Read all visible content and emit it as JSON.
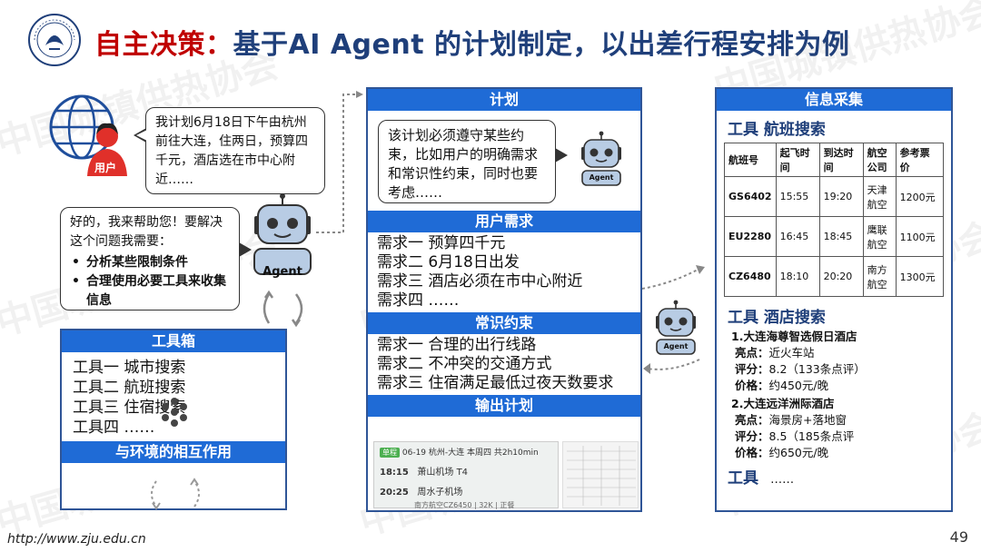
{
  "header": {
    "title_red": "自主决策：",
    "title_blue": "基于AI Agent 的计划制定，以出差行程安排为例"
  },
  "watermark": "中国城镇供热协会",
  "user": {
    "label": "用户",
    "message": "我计划6月18日下午由杭州前往大连，住两日，预算四千元，酒店选在市中心附近……"
  },
  "agent": {
    "label": "Agent",
    "reply_intro": "好的，我来帮助您！要解决这个问题我需要：",
    "reply_points": [
      "分析某些限制条件",
      "合理使用必要工具来收集信息"
    ]
  },
  "toolbox": {
    "title": "工具箱",
    "items": [
      "工具一  城市搜索",
      "工具二  航班搜索",
      "工具三  住宿搜索",
      "工具四  ……"
    ],
    "interaction_title": "与环境的相互作用"
  },
  "plan": {
    "title": "计划",
    "bubble": "该计划必须遵守某些约束，比如用户的明确需求和常识性约束，同时也要考虑……",
    "user_needs_title": "用户需求",
    "user_needs": [
      "需求一 预算四千元",
      "需求二 6月18日出发",
      "需求三 酒店必须在市中心附近",
      "需求四 ……"
    ],
    "common_title": "常识约束",
    "common": [
      "需求一 合理的出行线路",
      "需求二 不冲突的交通方式",
      "需求三 住宿满足最低过夜天数要求"
    ],
    "output_title": "输出计划",
    "output": {
      "tag": "单程",
      "date_route": "06-19  杭州-大连   本周四  共2h10min",
      "row1_time": "18:15",
      "row1_place": "萧山机场 T4",
      "row2_time": "20:25",
      "row2_place": "周水子机场",
      "flight": "南方航空CZ6450 | 32K | 正餐"
    }
  },
  "info": {
    "title": "信息采集",
    "flight_tool": "工具  航班搜索",
    "flight_headers": [
      "航班号",
      "起飞时间",
      "到达时间",
      "航空公司",
      "参考票价"
    ],
    "flights": [
      [
        "GS6402",
        "15:55",
        "19:20",
        "天津航空",
        "1200元"
      ],
      [
        "EU2280",
        "16:45",
        "18:45",
        "鹰联航空",
        "1100元"
      ],
      [
        "CZ6480",
        "18:10",
        "20:20",
        "南方航空",
        "1300元"
      ]
    ],
    "hotel_tool": "工具  酒店搜索",
    "hotels": [
      {
        "name": "1.大连海尊智选假日酒店",
        "highlight_label": "亮点：",
        "highlight": "近火车站",
        "score_label": "评分：",
        "score": "8.2（133条点评）",
        "price_label": "价格：",
        "price": "约450元/晚"
      },
      {
        "name": "2.大连远洋洲际酒店",
        "highlight_label": "亮点：",
        "highlight": "海景房+落地窗",
        "score_label": "评分：",
        "score": "8.5（185条点评",
        "price_label": "价格：",
        "price": "约650元/晚"
      }
    ],
    "more_tool": "工具",
    "more_dots": "……"
  },
  "footer": {
    "url": "http://www.zju.edu.cn",
    "page": "49"
  },
  "colors": {
    "title_red": "#c00000",
    "title_blue": "#1f3f7a",
    "panel_header": "#1f6bd6",
    "panel_border": "#2f5597",
    "user_red": "#e0302a"
  }
}
